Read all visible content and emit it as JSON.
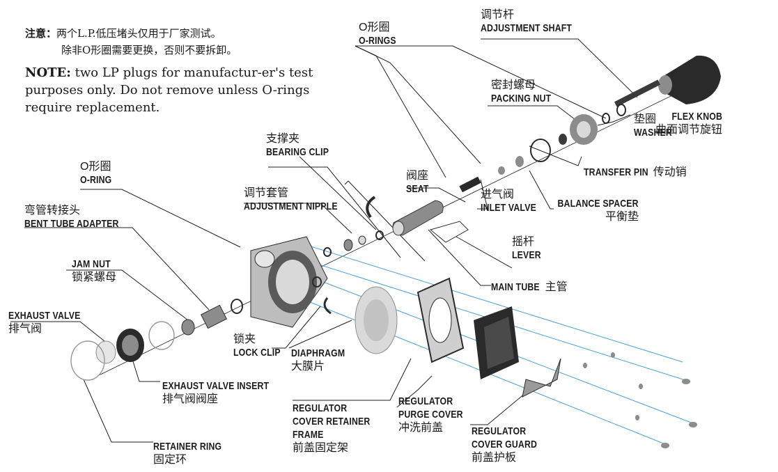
{
  "note": {
    "cn_prefix": "注意：",
    "cn_line1": "两个L.P.低压堵头仅用于厂家测试。",
    "cn_line2": "除非O形圈需要更换，否则不要拆卸。",
    "en_prefix": "NOTE:",
    "en_text": "two LP plugs for manufactur-er's test purposes only. Do not remove unless O-rings require replacement."
  },
  "labels": {
    "o_rings": {
      "cn": "O形圈",
      "en": "O-RINGS"
    },
    "adjustment_shaft": {
      "cn": "调节杆",
      "en": "ADJUSTMENT SHAFT"
    },
    "packing_nut": {
      "cn": "密封螺母",
      "en": "PACKING NUT"
    },
    "washer": {
      "cn": "垫圈",
      "en": "WASHER"
    },
    "flex_knob": {
      "cn": "曲面调节旋钮",
      "en": "FLEX KNOB"
    },
    "transfer_pin": {
      "cn": "传动销",
      "en": "TRANSFER PIN"
    },
    "bearing_clip": {
      "cn": "支撑夹",
      "en": "BEARING CLIP"
    },
    "seat": {
      "cn": "阀座",
      "en": "SEAT"
    },
    "inlet_valve": {
      "cn": "进气阀",
      "en": "INLET VALVE"
    },
    "balance_spacer": {
      "cn": "平衡垫",
      "en": "BALANCE SPACER"
    },
    "o_ring": {
      "cn": "O形圈",
      "en": "O-RING"
    },
    "adjustment_nipple": {
      "cn": "调节套管",
      "en": "ADJUSTMENT NIPPLE"
    },
    "bent_tube_adapter": {
      "cn": "弯管转接头",
      "en": "BENT TUBE ADAPTER"
    },
    "lever": {
      "cn": "摇杆",
      "en": "LEVER"
    },
    "jam_nut": {
      "cn": "锁紧螺母",
      "en": "JAM NUT"
    },
    "main_tube": {
      "cn": "主管",
      "en": "MAIN TUBE"
    },
    "exhaust_valve": {
      "cn": "排气阀",
      "en": "EXHAUST VALVE"
    },
    "lock_clip": {
      "cn": "锁夹",
      "en": "LOCK CLIP"
    },
    "diaphragm": {
      "cn": "大膜片",
      "en": "DIAPHRAGM"
    },
    "exhaust_valve_insert": {
      "cn": "排气阀阀座",
      "en": "EXHAUST VALVE INSERT"
    },
    "regulator_purge_cover": {
      "cn": "冲洗前盖",
      "en": "REGULATOR\nPURGE COVER"
    },
    "regulator_cover_retainer_frame": {
      "cn": "前盖固定架",
      "en": "REGULATOR\nCOVER RETAINER\nFRAME"
    },
    "regulator_cover_guard": {
      "cn": "前盖护板",
      "en": "REGULATOR\nCOVER GUARD"
    },
    "retainer_ring": {
      "cn": "固定环",
      "en": "RETAINER RING"
    }
  },
  "colors": {
    "axis_line": "#1f1f1f",
    "bolt_line": "#4a9fd8",
    "part_dark": "#2a2a2a",
    "part_mid": "#8c8c8c",
    "part_light": "#d9d9d9"
  }
}
